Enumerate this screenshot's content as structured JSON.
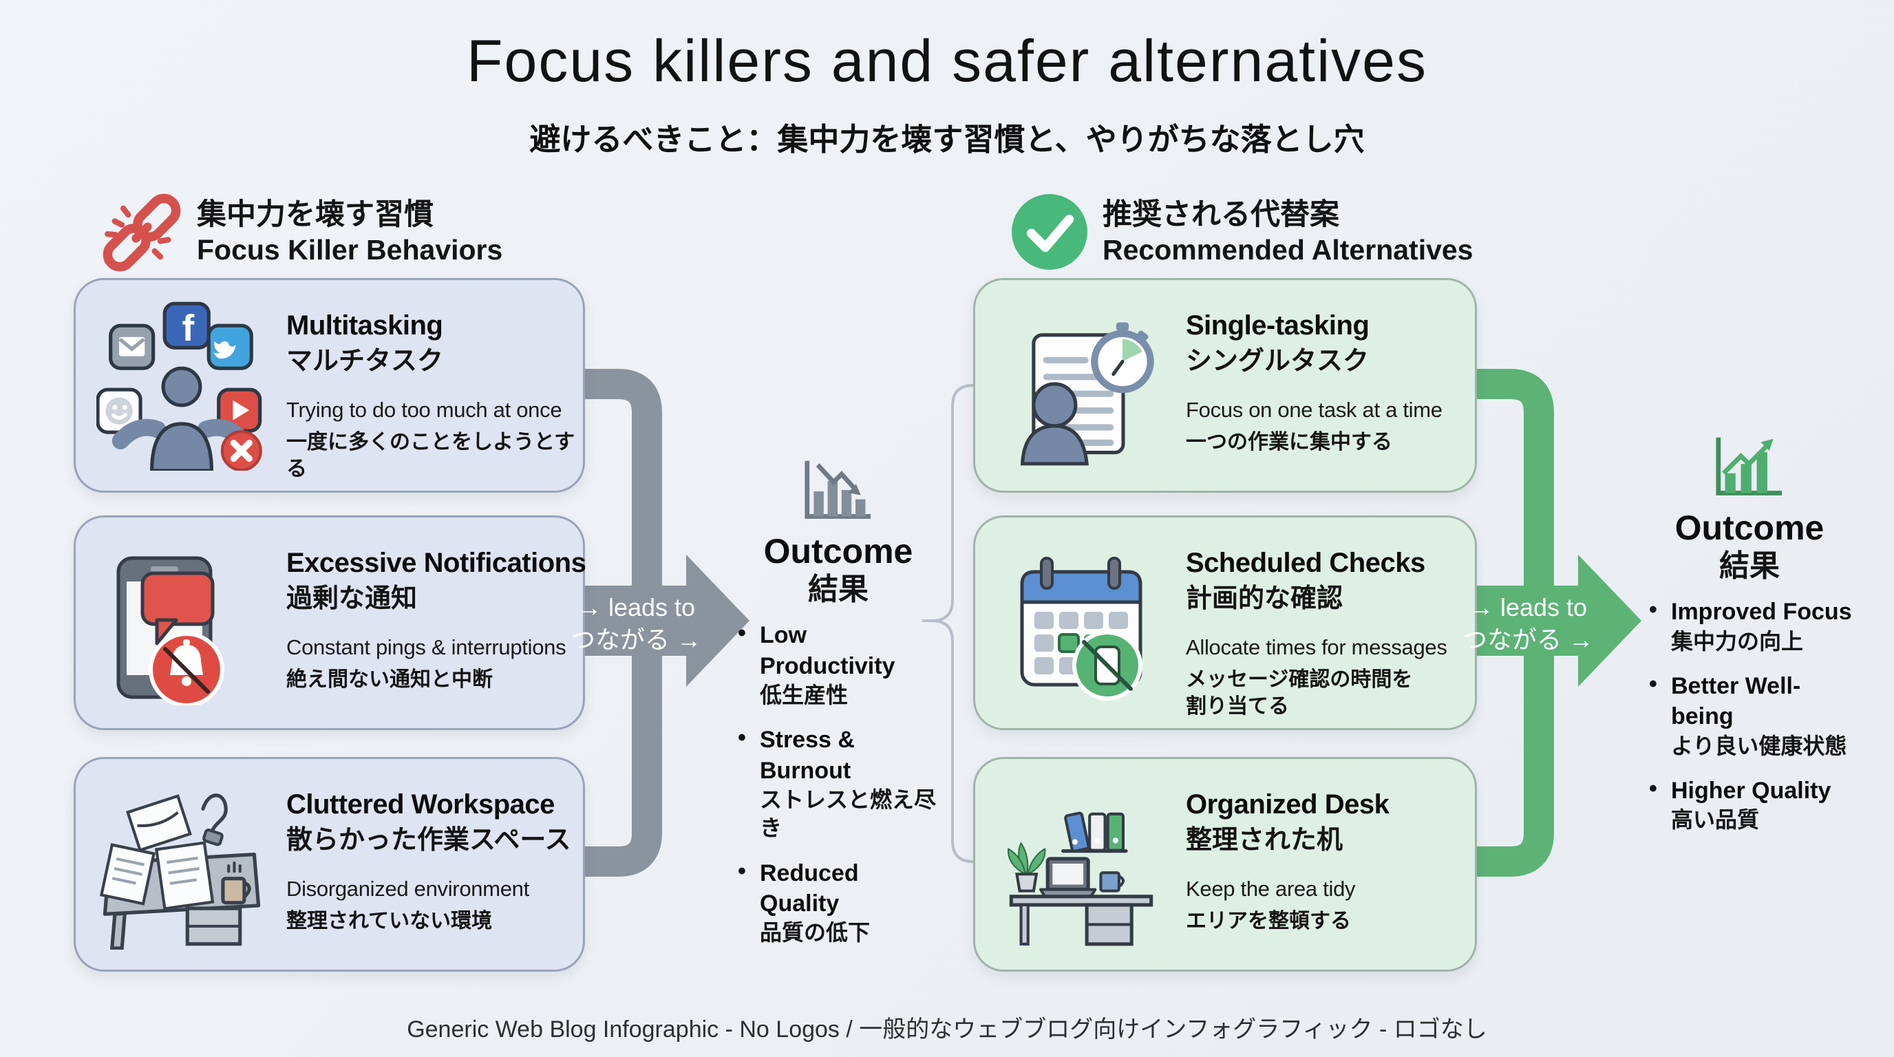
{
  "title": "Focus killers and safer alternatives",
  "subtitle": "避けるべきこと：集中力を壊す習慣と、やりがちな落とし穴",
  "colors": {
    "background": "#eef1f5",
    "killer_red": "#d5514e",
    "alternative_green": "#57b374",
    "gray_arrow": "#8b939e",
    "green_arrow": "#5cb375",
    "bad_card_bg": "#dfe4f2",
    "good_card_bg": "#def0e3"
  },
  "left_section": {
    "icon": "broken-chain-icon",
    "heading_ja": "集中力を壊す習慣",
    "heading_en": "Focus Killer Behaviors",
    "cards": [
      {
        "icon": "multitasking-person-icon",
        "title_en": "Multitasking",
        "title_ja": "マルチタスク",
        "desc_en": "Trying to do too much at once",
        "desc_ja": "一度に多くのことをしようとする"
      },
      {
        "icon": "phone-no-notifications-icon",
        "title_en": "Excessive Notifications",
        "title_ja": "過剰な通知",
        "desc_en": "Constant pings & interruptions",
        "desc_ja": "絶え間ない通知と中断"
      },
      {
        "icon": "cluttered-desk-icon",
        "title_en": "Cluttered Workspace",
        "title_ja": "散らかった作業スペース",
        "desc_en": "Disorganized environment",
        "desc_ja": "整理されていない環境"
      }
    ]
  },
  "right_section": {
    "icon": "check-circle-icon",
    "heading_ja": "推奨される代替案",
    "heading_en": "Recommended Alternatives",
    "cards": [
      {
        "icon": "single-tasking-icon",
        "title_en": "Single-tasking",
        "title_ja": "シングルタスク",
        "desc_en": "Focus on one task at a time",
        "desc_ja": "一つの作業に集中する"
      },
      {
        "icon": "calendar-no-phone-icon",
        "title_en": "Scheduled Checks",
        "title_ja": "計画的な確認",
        "desc_en": "Allocate times for messages",
        "desc_ja": "メッセージ確認の時間を\n割り当てる"
      },
      {
        "icon": "organized-desk-icon",
        "title_en": "Organized Desk",
        "title_ja": "整理された机",
        "desc_en": "Keep the area tidy",
        "desc_ja": "エリアを整頓する"
      }
    ]
  },
  "leads_to": {
    "line1": "→ leads to",
    "line2": "つながる →"
  },
  "negative_outcome": {
    "icon": "declining-chart-icon",
    "heading_en": "Outcome",
    "heading_ja": "結果",
    "items": [
      {
        "en": "Low Productivity",
        "ja": "低生産性"
      },
      {
        "en": "Stress & Burnout",
        "ja": "ストレスと燃え尽き"
      },
      {
        "en": "Reduced Quality",
        "ja": "品質の低下"
      }
    ]
  },
  "positive_outcome": {
    "icon": "rising-chart-icon",
    "heading_en": "Outcome",
    "heading_ja": "結果",
    "items": [
      {
        "en": "Improved Focus",
        "ja": "集中力の向上"
      },
      {
        "en": "Better Well-being",
        "ja": "より良い健康状態"
      },
      {
        "en": "Higher Quality",
        "ja": "高い品質"
      }
    ]
  },
  "footer": "Generic Web Blog Infographic - No Logos / 一般的なウェブブログ向けインフォグラフィック - ロゴなし"
}
